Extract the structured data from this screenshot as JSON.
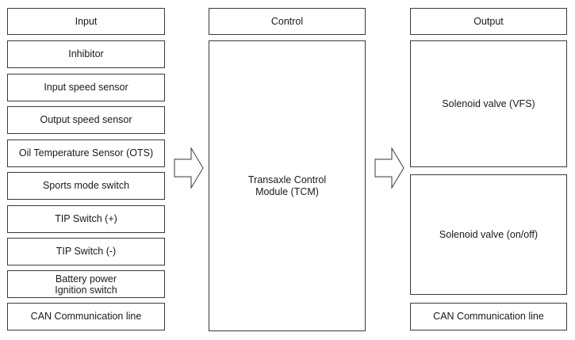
{
  "columns": {
    "input": {
      "header": "Input",
      "items": [
        "Inhibitor",
        "Input speed sensor",
        "Output speed sensor",
        "Oil Temperature Sensor (OTS)",
        "Sports mode switch",
        "TIP Switch (+)",
        "TIP Switch (-)",
        "Battery power\nIgnition switch",
        "CAN Communication line"
      ]
    },
    "control": {
      "header": "Control",
      "module": "Transaxle Control\nModule (TCM)"
    },
    "output": {
      "header": "Output",
      "items": [
        "Solenoid valve (VFS)",
        "Solenoid valve (on/off)",
        "CAN Communication line"
      ]
    }
  },
  "arrows": [
    {
      "from": "input",
      "to": "control",
      "icon": "right-arrow-icon"
    },
    {
      "from": "control",
      "to": "output",
      "icon": "right-arrow-icon"
    }
  ]
}
